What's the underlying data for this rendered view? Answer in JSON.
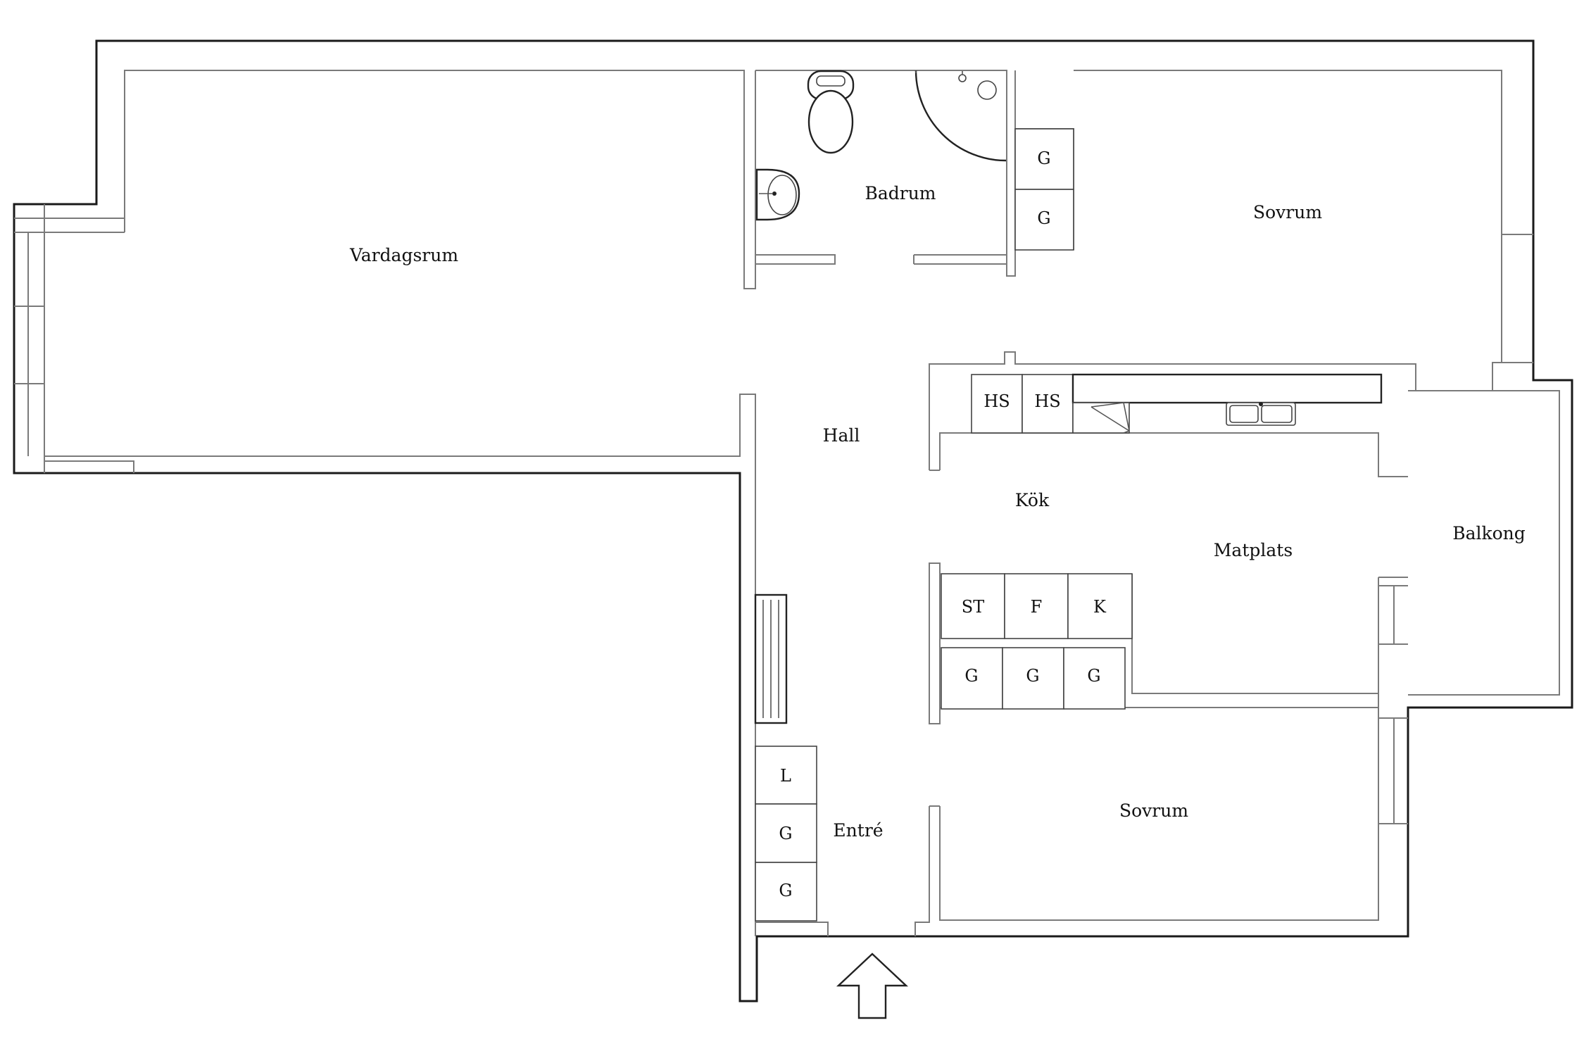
{
  "rooms": {
    "vardagsrum": "Vardagsrum",
    "badrum": "Badrum",
    "sovrum_top": "Sovrum",
    "hall": "Hall",
    "kok": "Kök",
    "matplats": "Matplats",
    "balkong": "Balkong",
    "sovrum_bottom": "Sovrum",
    "entre": "Entré"
  },
  "fixtures": {
    "bedroom_wardrobe": [
      "G",
      "G"
    ],
    "kitchen_upper": [
      "HS",
      "HS"
    ],
    "kitchen_appliances": [
      "ST",
      "F",
      "K"
    ],
    "kitchen_cabinets": [
      "G",
      "G",
      "G"
    ],
    "entry_storage": [
      "L",
      "G",
      "G"
    ]
  },
  "icons": [
    "toilet-icon",
    "sink-icon",
    "shower-icon",
    "kitchen-sink-icon",
    "dishwasher-icon",
    "radiator-icon",
    "entrance-arrow-icon"
  ],
  "colors": {
    "outer_wall": "#1a1a1a",
    "inner_wall": "#7a7a7a",
    "background": "#ffffff"
  }
}
